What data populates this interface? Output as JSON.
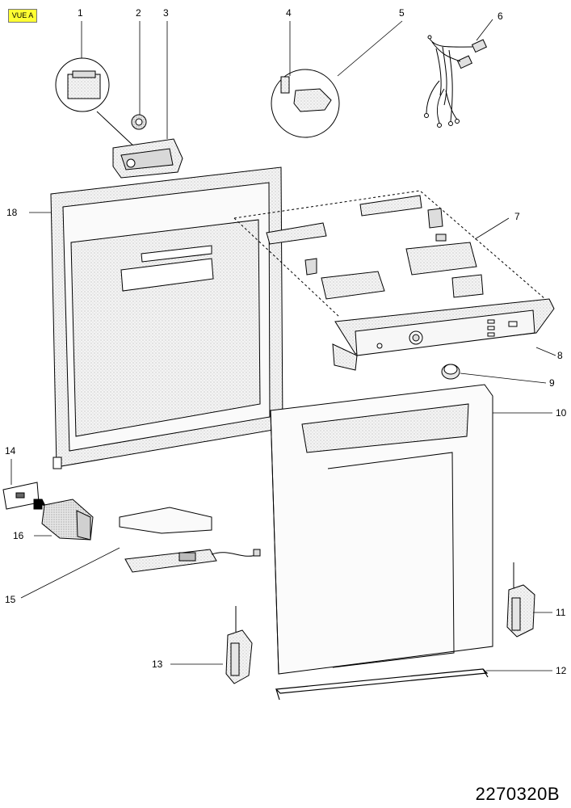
{
  "view_label": "VUE A",
  "drawing_number": "2270320B",
  "callouts": [
    "1",
    "2",
    "3",
    "4",
    "5",
    "6",
    "7",
    "8",
    "9",
    "10",
    "11",
    "12",
    "13",
    "14",
    "15",
    "16",
    "18"
  ]
}
